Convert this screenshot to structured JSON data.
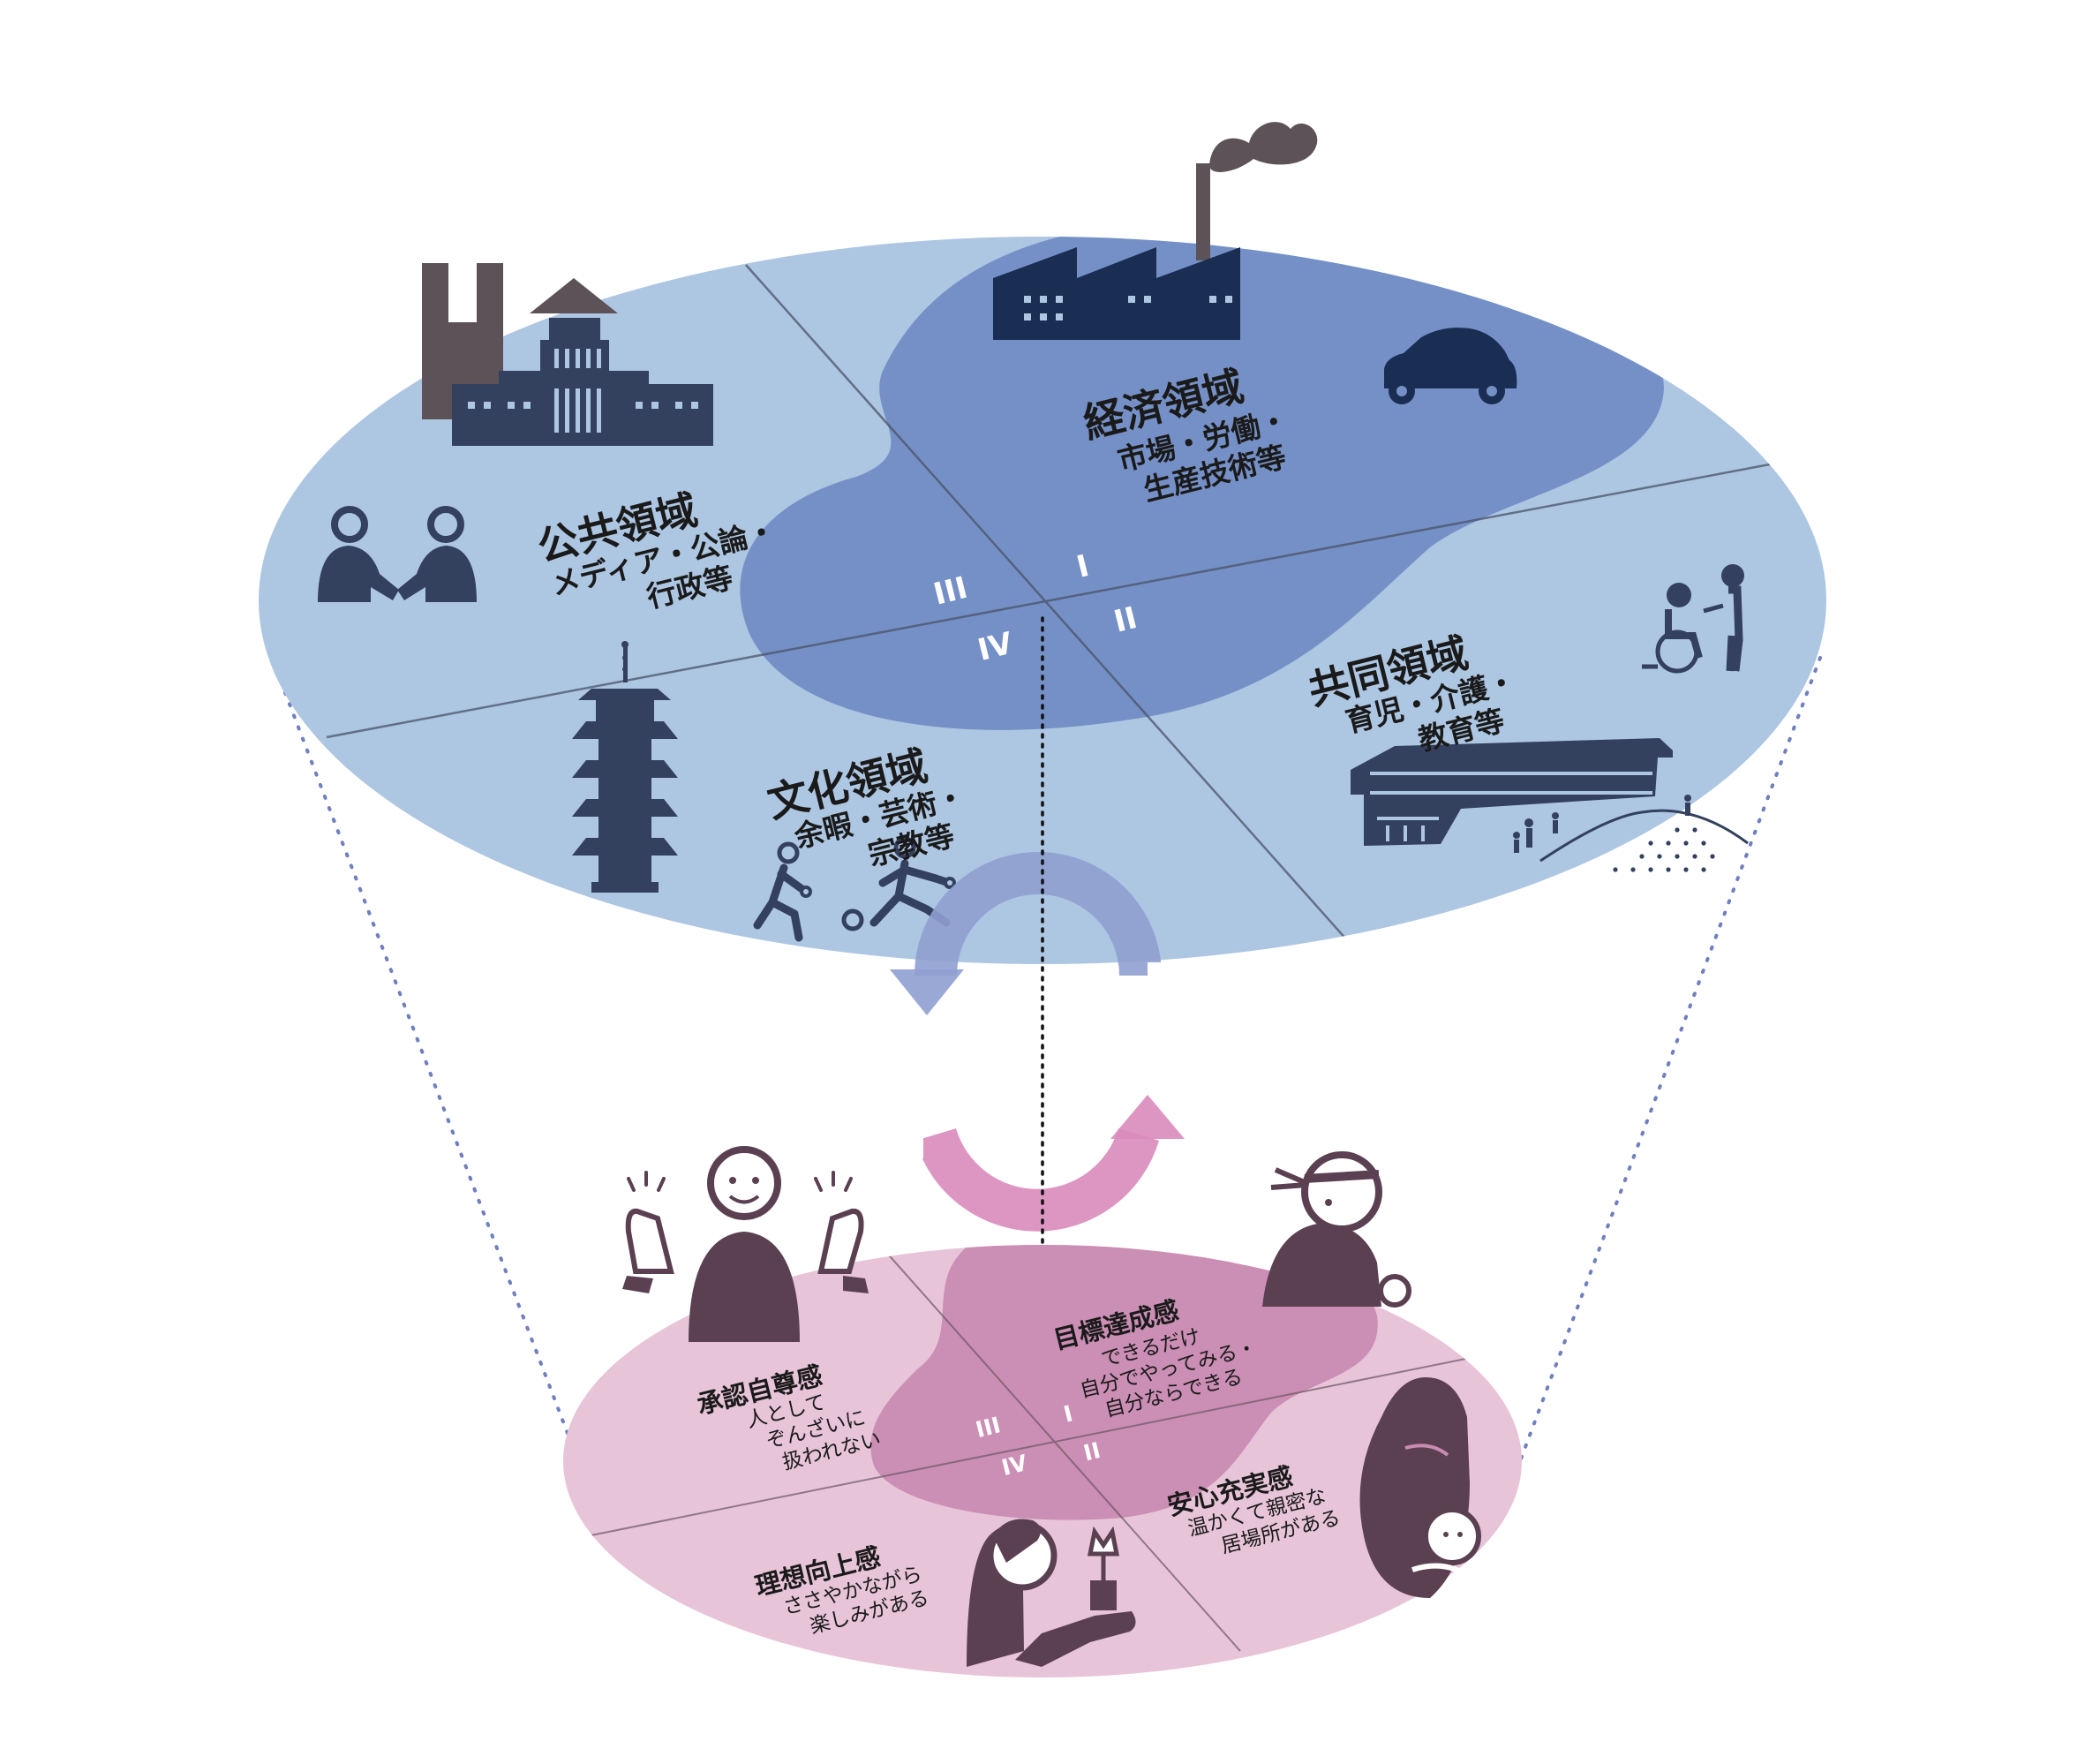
{
  "colors": {
    "upper_disc": "#adc6e2",
    "upper_blob": "#7590c6",
    "upper_icon": "#33405e",
    "factory": "#192e52",
    "lower_disc": "#e8c4d9",
    "lower_blob": "#c98bb2",
    "lower_icon": "#5b4052",
    "arrow_blue": "#8f9ed0",
    "arrow_pink": "#d98bbb",
    "dots": "#6f7fc0"
  },
  "upper": {
    "economic": {
      "title": "経済領域",
      "line1": "市場・労働・",
      "line2": "生産技術等"
    },
    "public": {
      "title": "公共領域",
      "line1": "メディア・公論・",
      "line2": "行政等"
    },
    "community": {
      "title": "共同領域",
      "line1": "育児・介護・",
      "line2": "教育等"
    },
    "culture": {
      "title": "文化領域",
      "line1": "余暇・芸術・",
      "line2": "宗教等"
    },
    "quadrants": {
      "q1": "I",
      "q2": "II",
      "q3": "III",
      "q4": "IV"
    }
  },
  "lower": {
    "achievement": {
      "title": "目標達成感",
      "line1": "できるだけ",
      "line2": "自分でやってみる・",
      "line3": "自分ならできる"
    },
    "recognition": {
      "title": "承認自尊感",
      "line1": "人として",
      "line2": "ぞんざいに",
      "line3": "扱われない"
    },
    "security": {
      "title": "安心充実感",
      "line1": "温かくて親密な",
      "line2": "居場所がある"
    },
    "ideal": {
      "title": "理想向上感",
      "line1": "ささやかながら",
      "line2": "楽しみがある"
    },
    "quadrants": {
      "q1": "I",
      "q2": "II",
      "q3": "III",
      "q4": "IV"
    }
  },
  "icons": [
    "factory-icon",
    "car-icon",
    "parliament-icon",
    "handshake-icon",
    "wheelchair-icon",
    "school-building-icon",
    "pagoda-icon",
    "sports-icon",
    "cycle-arrow-icon",
    "applause-person-icon",
    "headband-worker-icon",
    "mother-baby-icon",
    "woman-flower-icon"
  ]
}
